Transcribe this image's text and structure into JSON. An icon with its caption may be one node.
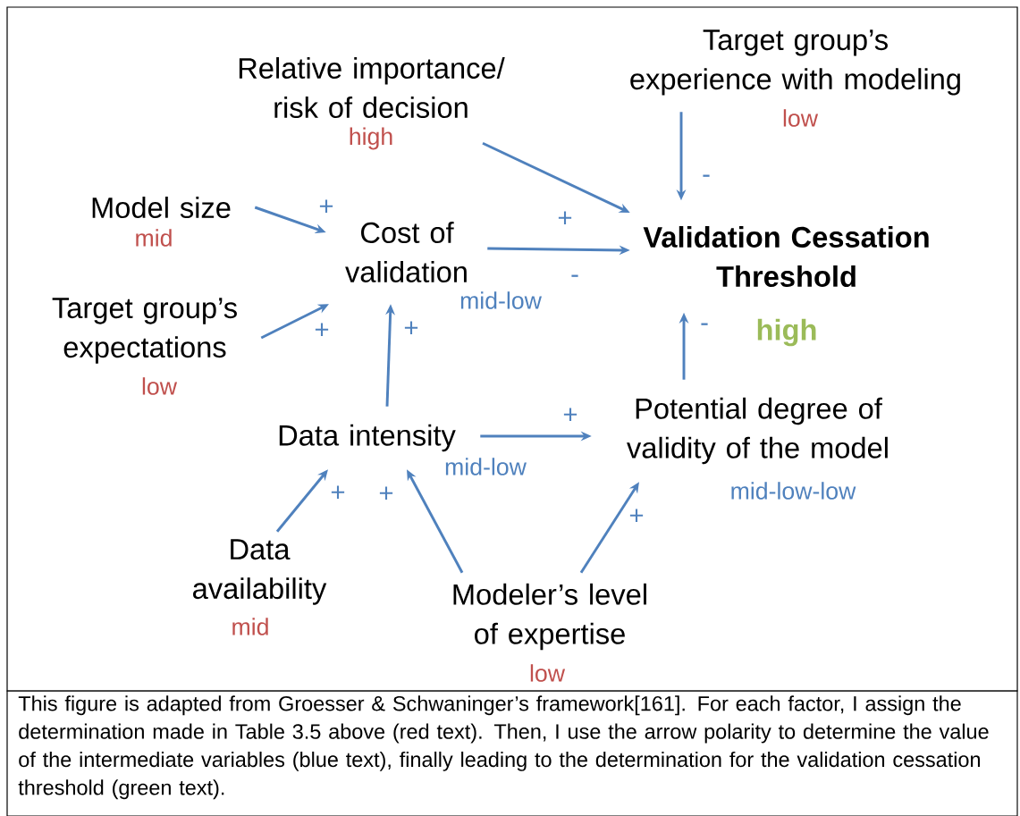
{
  "diagram": {
    "caption": "This figure is adapted from Groesser & Schwaninger’s framework[161].  For each factor, I assign the determination made in Table 3.5 above (red text).  Then, I use the arrow polarity to determine the value of the intermediate variables (blue text), finally leading to the determination for the validation cessation threshold (green text).",
    "nodes": [
      {
        "text": [
          "Relative importance/ risk of decision"
        ],
        "beside": [
          "high"
        ]
      },
      {
        "text": [
          "Target group’s  experience with modeling"
        ],
        "beside": [
          "low"
        ]
      },
      {
        "text": [
          "Model  size"
        ],
        "beside": [
          "mid"
        ]
      },
      {
        "text": [
          "Cost of validation"
        ],
        "beside": [
          "mid-low"
        ]
      },
      {
        "text": [
          "Validation Cessation Threshold"
        ],
        "beside": [
          "high"
        ]
      },
      {
        "text": [
          "Target group’s expectations"
        ],
        "beside": [
          "low"
        ]
      },
      {
        "text": [
          "Data intensity"
        ],
        "beside": [
          "mid-low"
        ]
      },
      {
        "text": [
          "Potential degree of validity of the model"
        ],
        "beside": [
          "mid-low-low"
        ]
      },
      {
        "text": [
          "Data availability"
        ],
        "beside": [
          "mid"
        ]
      },
      {
        "text": [
          "Modeler’s level of expertise"
        ],
        "beside": [
          "low"
        ]
      }
    ],
    "edges": [
      {
        "from": 0,
        "to": 4,
        "arrow": "to",
        "label": "+"
      },
      {
        "from": 1,
        "to": 4,
        "arrow": "to",
        "label": "-"
      },
      {
        "from": 2,
        "to": 3,
        "arrow": "to",
        "label": "+"
      },
      {
        "from": 3,
        "to": 4,
        "arrow": "to",
        "label": "-"
      },
      {
        "from": 5,
        "to": 3,
        "arrow": "to",
        "label": "+"
      },
      {
        "from": 6,
        "to": 3,
        "arrow": "to",
        "label": "+"
      },
      {
        "from": 7,
        "to": 4,
        "arrow": "to",
        "label": "-"
      },
      {
        "from": 6,
        "to": 7,
        "arrow": "to",
        "label": "+"
      },
      {
        "from": 8,
        "to": 6,
        "arrow": "to",
        "label": "+"
      },
      {
        "from": 9,
        "to": 6,
        "arrow": "to",
        "label": "+"
      },
      {
        "from": 9,
        "to": 7,
        "arrow": "to",
        "label": "+"
      }
    ]
  }
}
